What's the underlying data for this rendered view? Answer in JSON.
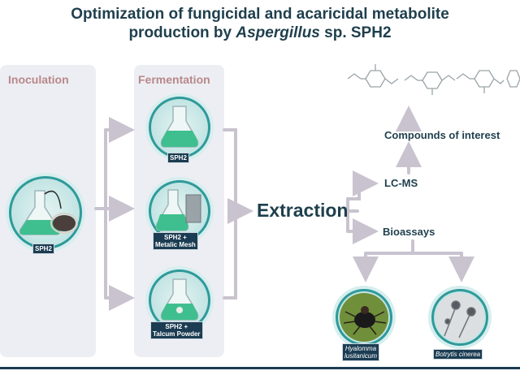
{
  "title": {
    "line1": "Optimization of fungicidal and acaricidal metabolite",
    "line2_prefix": "production by ",
    "line2_italic": "Aspergillus",
    "line2_suffix": " sp. SPH2"
  },
  "stages": {
    "inoculation": "Inoculation",
    "fermentation": "Fermentation",
    "extraction": "Extraction"
  },
  "inoculation_label": "SPH2",
  "fermentation_items": [
    {
      "line1": "SPH2",
      "line2": ""
    },
    {
      "line1": "SPH2 +",
      "line2": "Metalic Mesh"
    },
    {
      "line1": "SPH2 +",
      "line2": "Talcum Powder"
    }
  ],
  "analysis": {
    "lcms": "LC-MS",
    "bioassays": "Bioassays",
    "compounds": "Compounds of interest"
  },
  "organisms": [
    {
      "name_line1": "Hyalomma",
      "name_line2": "lusitanicum"
    },
    {
      "name_line1": "Botrytis cinerea",
      "name_line2": ""
    }
  ],
  "colors": {
    "navy": "#1b3c52",
    "teal": "#2f9a9a",
    "stage_heading": "#b9878a",
    "arrow": "#c9c3cf",
    "panel": "#eceef3",
    "liquid": "#3fbf8f"
  }
}
